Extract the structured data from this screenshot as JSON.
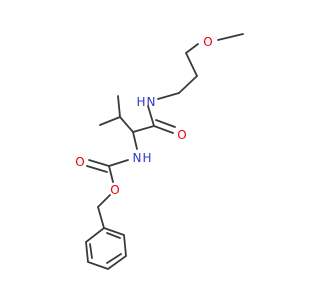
{
  "colors": {
    "bond": "#3a3a3a",
    "oxygen": "#e8000b",
    "nitrogen": "#2e38c8",
    "background": "#ffffff"
  },
  "atoms": {
    "methoxy_o": "O",
    "amide_n": "N",
    "amide_nh": "H",
    "amide_o": "O",
    "carbamate_n": "N",
    "carbamate_nh": "H",
    "carbamate_o_carbonyl": "O",
    "carbamate_o_ester": "O"
  }
}
